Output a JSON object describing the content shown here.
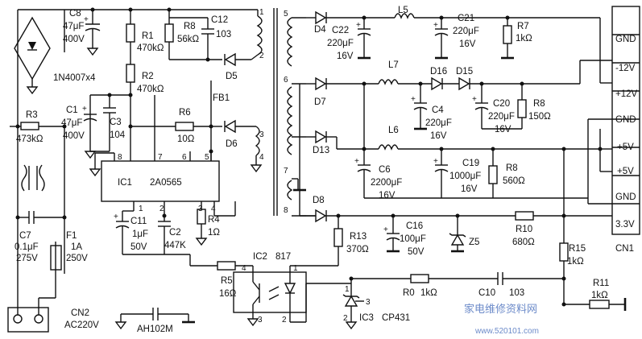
{
  "ac_input": {
    "connector": {
      "ref": "CN2",
      "label": "AC220V"
    },
    "fuse": {
      "ref": "F1",
      "value": "1A",
      "voltage": "250V"
    },
    "capacitor": {
      "ref": "C7",
      "value": "0.1μF",
      "voltage": "275V"
    },
    "resistor": {
      "ref": "R3",
      "value": "473kΩ"
    },
    "bridge": {
      "label": "1N4007x4"
    },
    "bulk_cap": {
      "ref": "C8",
      "value": "47μF",
      "voltage": "400V"
    }
  },
  "startup": {
    "r1": {
      "ref": "R1",
      "value": "470kΩ"
    },
    "r2": {
      "ref": "R2",
      "value": "470kΩ"
    },
    "r8": {
      "ref": "R8",
      "value": "56kΩ"
    },
    "c12": {
      "ref": "C12",
      "value": "103"
    },
    "c1": {
      "ref": "C1",
      "value": "47μF",
      "voltage": "400V"
    },
    "c3": {
      "ref": "C3",
      "value": "104"
    },
    "r6": {
      "ref": "R6",
      "value": "10Ω"
    },
    "fb1": {
      "ref": "FB1"
    },
    "d5": {
      "ref": "D5"
    },
    "d6": {
      "ref": "D6"
    }
  },
  "ic1": {
    "ref": "IC1",
    "part": "2A0565",
    "pins": [
      "8",
      "7",
      "6",
      "5",
      "1",
      "2",
      "3",
      "4"
    ]
  },
  "ic1_peripherals": {
    "c11": {
      "ref": "C11",
      "value": "1μF",
      "voltage": "50V"
    },
    "c2": {
      "ref": "C2",
      "value": "447K"
    },
    "r4": {
      "ref": "R4",
      "value": "1Ω"
    },
    "r5": {
      "ref": "R5",
      "value": "16Ω"
    },
    "ah": {
      "label": "AH102M"
    }
  },
  "transformer_pins": [
    "1",
    "2",
    "3",
    "4",
    "5",
    "6",
    "7",
    "8"
  ],
  "optocoupler": {
    "ref": "IC2",
    "part": "817",
    "pins": [
      "4",
      "1",
      "3",
      "2"
    ]
  },
  "secondary": {
    "d4": {
      "ref": "D4"
    },
    "d7": {
      "ref": "D7"
    },
    "d13": {
      "ref": "D13"
    },
    "d8": {
      "ref": "D8"
    },
    "d16": {
      "ref": "D16"
    },
    "d15": {
      "ref": "D15"
    },
    "l5": {
      "ref": "L5"
    },
    "l7": {
      "ref": "L7"
    },
    "l6": {
      "ref": "L6"
    },
    "c22": {
      "ref": "C22",
      "value": "220μF",
      "voltage": "16V"
    },
    "c21": {
      "ref": "C21",
      "value": "220μF",
      "voltage": "16V"
    },
    "r7": {
      "ref": "R7",
      "value": "1kΩ"
    },
    "c4": {
      "ref": "C4",
      "value": "220μF",
      "voltage": "16V"
    },
    "c20": {
      "ref": "C20",
      "value": "220μF",
      "voltage": "16V"
    },
    "r8b": {
      "ref": "R8",
      "value": "150Ω"
    },
    "c6": {
      "ref": "C6",
      "value": "2200μF",
      "voltage": "16V"
    },
    "c19": {
      "ref": "C19",
      "value": "1000μF",
      "voltage": "16V"
    },
    "r8c": {
      "ref": "R8",
      "value": "560Ω"
    },
    "r13": {
      "ref": "R13",
      "value": "370Ω"
    },
    "c16": {
      "ref": "C16",
      "value": "100μF",
      "voltage": "50V"
    },
    "z5": {
      "ref": "Z5"
    },
    "r10": {
      "ref": "R10",
      "value": "680Ω"
    },
    "r15": {
      "ref": "R15",
      "value": "1kΩ"
    },
    "r0": {
      "ref": "R0",
      "value": "1kΩ"
    },
    "c10": {
      "ref": "C10",
      "value": "103"
    },
    "r11": {
      "ref": "R11",
      "value": "1kΩ"
    },
    "ic3": {
      "ref": "IC3",
      "part": "CP431",
      "pins": [
        "3",
        "1",
        "2"
      ]
    }
  },
  "connector": {
    "ref": "CN1",
    "pins": [
      "GND",
      "-12V",
      "+12V",
      "GND",
      "+5V",
      "+5V",
      "GND",
      "3.3V"
    ]
  },
  "watermark": {
    "text": "家电维修资料网",
    "url": "www.520101.com"
  }
}
